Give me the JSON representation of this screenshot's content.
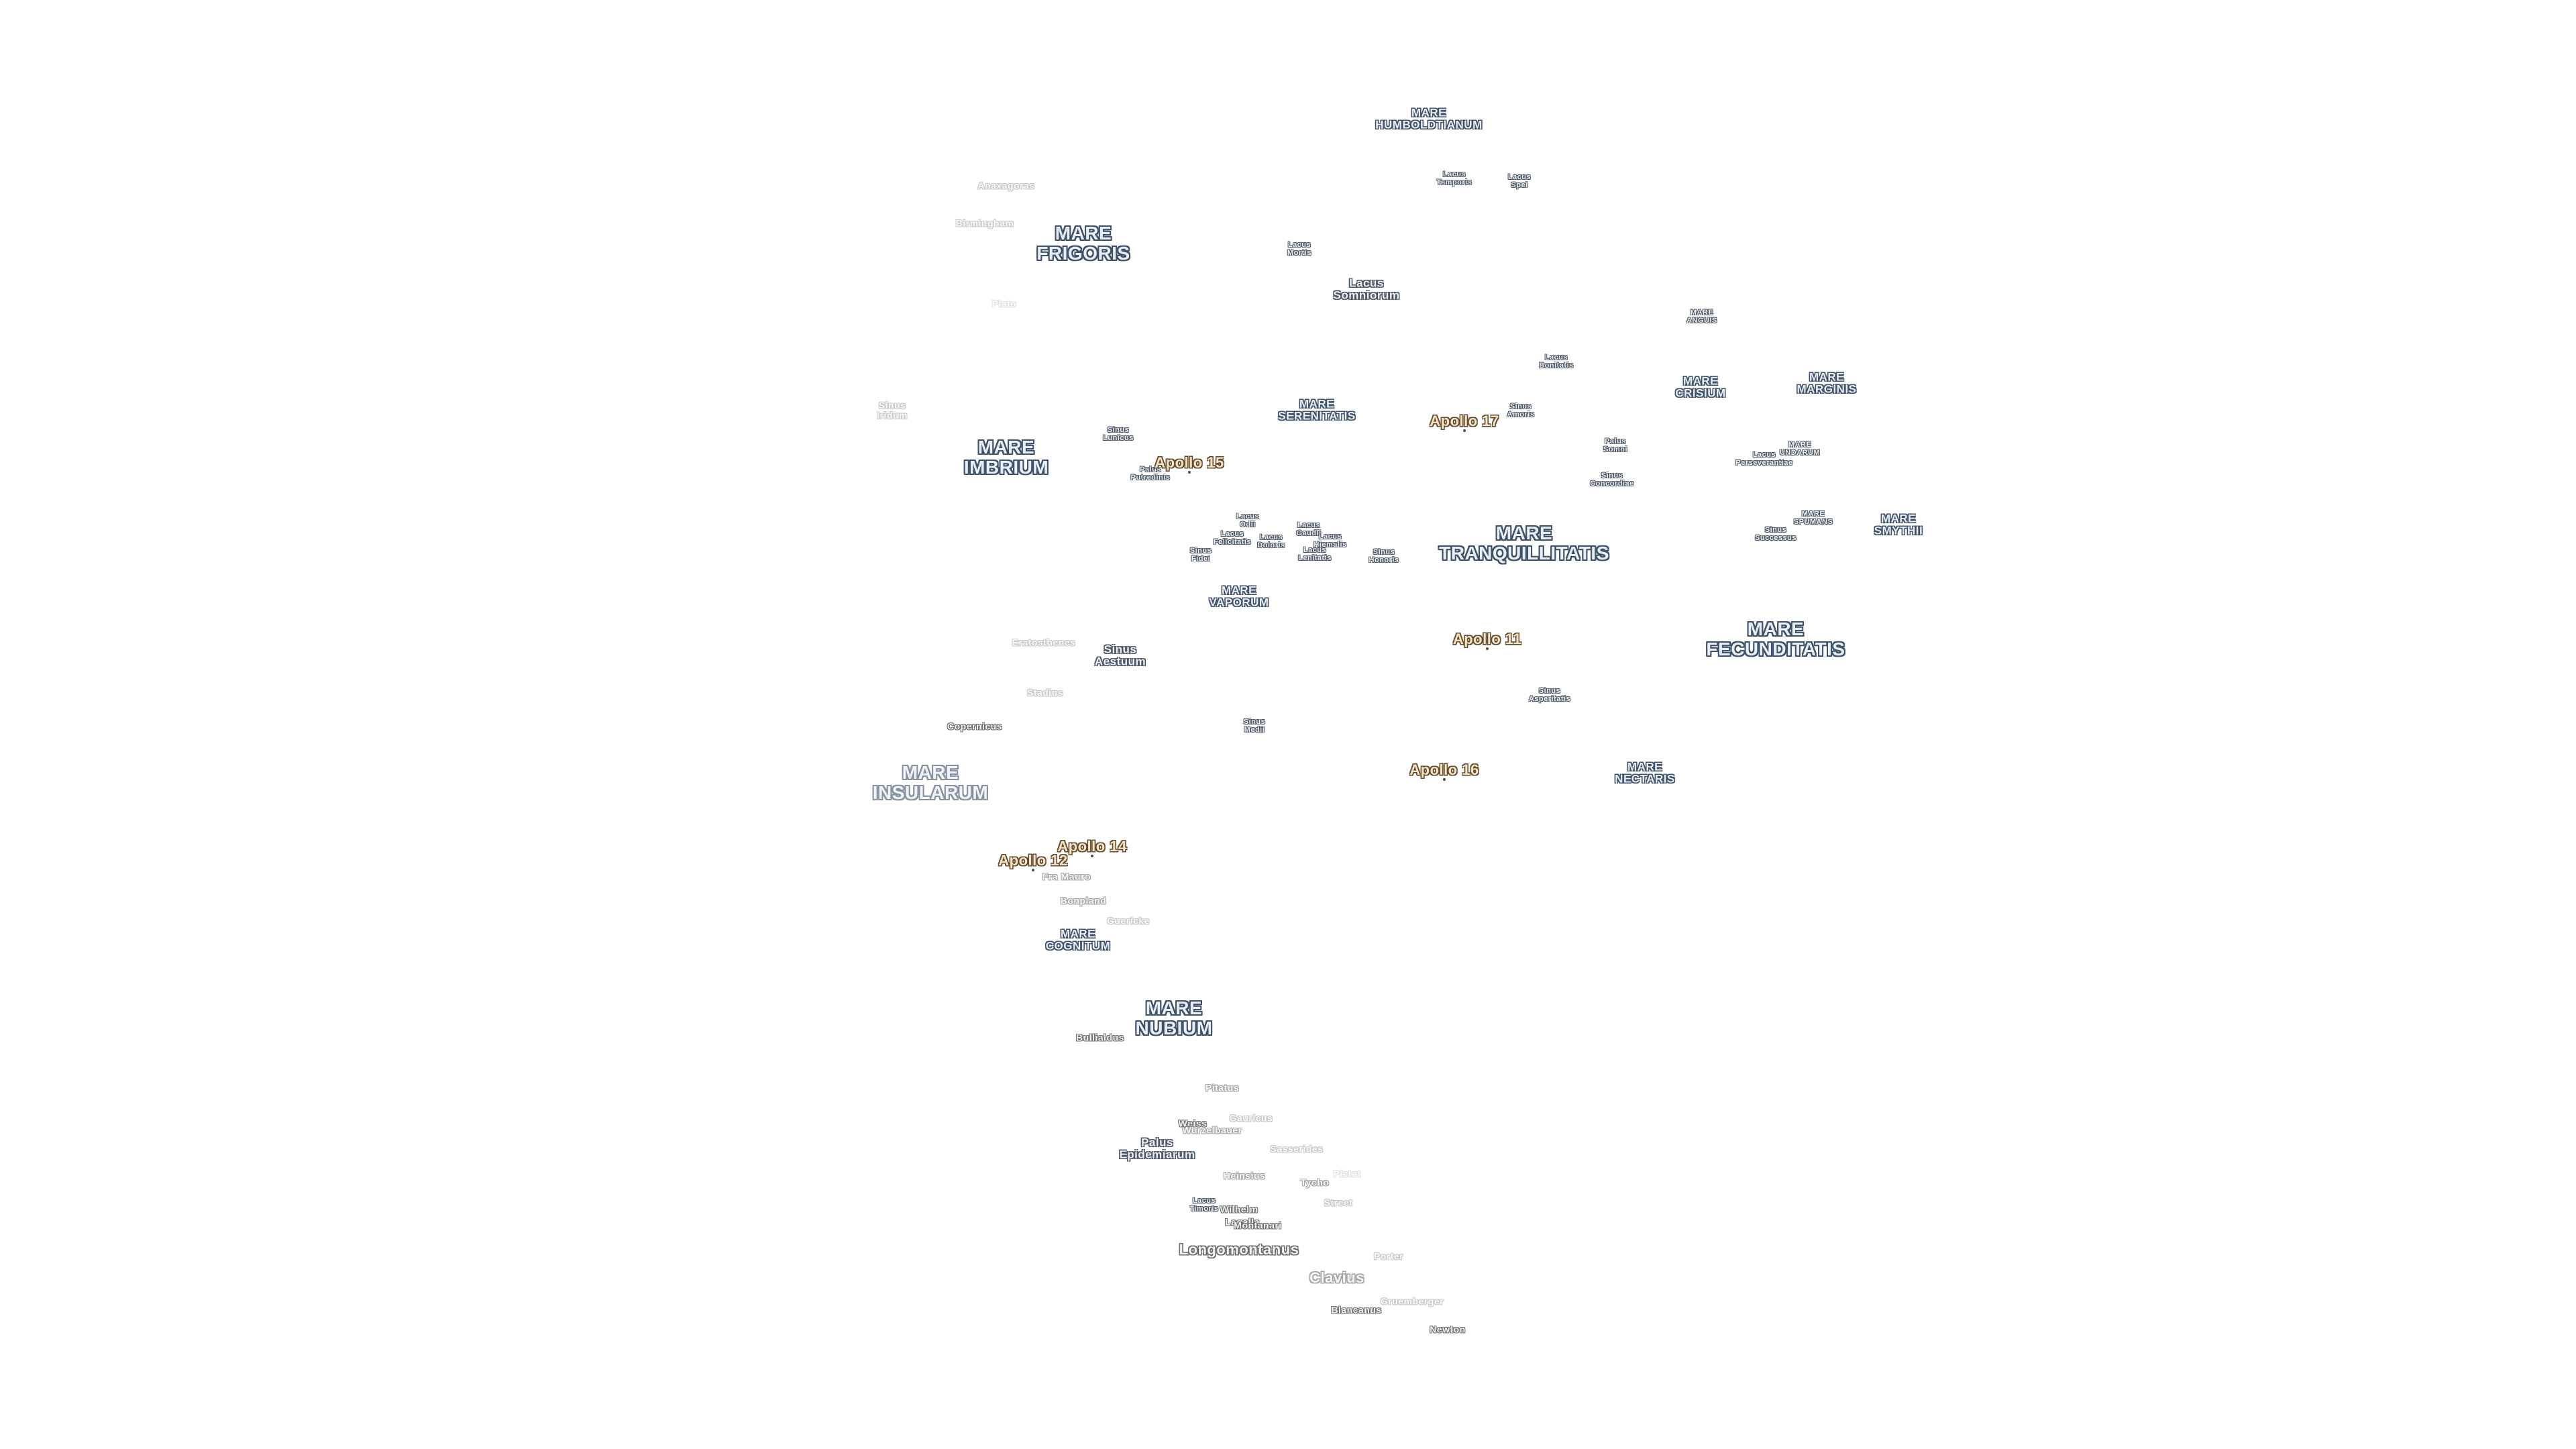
{
  "map": {
    "labels": [
      {
        "id": "mare-humboldtianum",
        "text": "MARE\nHUMBOLDTIANUM",
        "kind": "mare-sm",
        "fade": 1
      },
      {
        "id": "lacus-temporis",
        "text": "Lacus\nTemporis",
        "kind": "feat-xs",
        "fade": 1
      },
      {
        "id": "lacus-spei",
        "text": "Lacus\nSpei",
        "kind": "feat-xs",
        "fade": 1
      },
      {
        "id": "anaxagoras",
        "text": "Anaxagoras",
        "kind": "crater",
        "fade": 3
      },
      {
        "id": "birmingham",
        "text": "Birmingham",
        "kind": "crater",
        "fade": 3
      },
      {
        "id": "mare-frigoris",
        "text": "MARE\nFRIGORIS",
        "kind": "mare",
        "fade": 1
      },
      {
        "id": "plato",
        "text": "Plato",
        "kind": "crater",
        "fade": 4
      },
      {
        "id": "lacus-mortis",
        "text": "Lacus\nMortis",
        "kind": "feat-xs",
        "fade": 1
      },
      {
        "id": "lacus-somniorum",
        "text": "Lacus\nSomniorum",
        "kind": "feat",
        "fade": 1
      },
      {
        "id": "mare-anguis",
        "text": "MARE\nANGUIS",
        "kind": "feat-xs",
        "fade": 1
      },
      {
        "id": "lacus-bonitatis",
        "text": "Lacus\nBonitatis",
        "kind": "feat-xs",
        "fade": 1
      },
      {
        "id": "mare-crisium",
        "text": "MARE\nCRISIUM",
        "kind": "mare-sm",
        "fade": 1
      },
      {
        "id": "mare-marginis",
        "text": "MARE\nMARGINIS",
        "kind": "mare-sm",
        "fade": 1
      },
      {
        "id": "sinus-iridum",
        "text": "Sinus\nIridum",
        "kind": "crater",
        "fade": 3
      },
      {
        "id": "mare-serenitatis",
        "text": "MARE\nSERENITATIS",
        "kind": "mare-sm",
        "fade": 1
      },
      {
        "id": "sinus-amoris",
        "text": "Sinus\nAmoris",
        "kind": "feat-xs",
        "fade": 1
      },
      {
        "id": "mare-imbrium",
        "text": "MARE\nIMBRIUM",
        "kind": "mare",
        "fade": 1
      },
      {
        "id": "sinus-lunicus",
        "text": "Sinus\nLunicus",
        "kind": "feat-xs",
        "fade": 1
      },
      {
        "id": "palus-putredinis",
        "text": "Palus\nPutredinis",
        "kind": "feat-xs",
        "fade": 1
      },
      {
        "id": "palus-somni",
        "text": "Palus\nSomni",
        "kind": "feat-xs",
        "fade": 1
      },
      {
        "id": "mare-undarum",
        "text": "MARE\nUNDARUM",
        "kind": "feat-xs",
        "fade": 1
      },
      {
        "id": "lacus-perseverantiae",
        "text": "Lacus\nPerseverantiae",
        "kind": "feat-xs",
        "fade": 1
      },
      {
        "id": "sinus-concordiae",
        "text": "Sinus\nConcordiae",
        "kind": "feat-xs",
        "fade": 1
      },
      {
        "id": "mare-spumans",
        "text": "MARE\nSPUMANS",
        "kind": "feat-xs",
        "fade": 1
      },
      {
        "id": "sinus-successus",
        "text": "Sinus\nSuccessus",
        "kind": "feat-xs",
        "fade": 1
      },
      {
        "id": "mare-smythii",
        "text": "MARE\nSMYTHII",
        "kind": "mare-sm",
        "fade": 1
      },
      {
        "id": "lacus-odii",
        "text": "Lacus\nOdii",
        "kind": "feat-xs",
        "fade": 1
      },
      {
        "id": "lacus-felicitatis",
        "text": "Lacus\nFelicitatis",
        "kind": "feat-xs",
        "fade": 1
      },
      {
        "id": "lacus-doloris",
        "text": "Lacus\nDoloris",
        "kind": "feat-xs",
        "fade": 1
      },
      {
        "id": "sinus-fidei",
        "text": "Sinus\nFidei",
        "kind": "feat-xs",
        "fade": 1
      },
      {
        "id": "lacus-gaudii",
        "text": "Lacus\nGaudii",
        "kind": "feat-xs",
        "fade": 1
      },
      {
        "id": "lacus-hiemalis",
        "text": "Lacus\nHiemalis",
        "kind": "feat-xs",
        "fade": 1
      },
      {
        "id": "lacus-lenitatis",
        "text": "Lacus\nLenitatis",
        "kind": "feat-xs",
        "fade": 1
      },
      {
        "id": "sinus-honoris",
        "text": "Sinus\nHonoris",
        "kind": "feat-xs",
        "fade": 1
      },
      {
        "id": "mare-tranquillitatis",
        "text": "MARE\nTRANQUILLITATIS",
        "kind": "mare",
        "fade": 1
      },
      {
        "id": "mare-vaporum",
        "text": "MARE\nVAPORUM",
        "kind": "mare-sm",
        "fade": 1
      },
      {
        "id": "eratosthenes",
        "text": "Eratosthenes",
        "kind": "crater",
        "fade": 3
      },
      {
        "id": "sinus-aestuum",
        "text": "Sinus\nAestuum",
        "kind": "feat",
        "fade": 1
      },
      {
        "id": "mare-fecunditatis",
        "text": "MARE\nFECUNDITATIS",
        "kind": "mare",
        "fade": 1
      },
      {
        "id": "stadius",
        "text": "Stadius",
        "kind": "crater",
        "fade": 3
      },
      {
        "id": "sinus-asperitatis",
        "text": "Sinus\nAsperitatis",
        "kind": "feat-xs",
        "fade": 1
      },
      {
        "id": "copernicus",
        "text": "Copernicus",
        "kind": "crater",
        "fade": 1
      },
      {
        "id": "sinus-medii",
        "text": "Sinus\nMedii",
        "kind": "feat-xs",
        "fade": 1
      },
      {
        "id": "mare-nectaris",
        "text": "MARE\nNECTARIS",
        "kind": "mare-sm",
        "fade": 1
      },
      {
        "id": "mare-insularum",
        "text": "MARE\nINSULARUM",
        "kind": "mare",
        "fade": 2
      },
      {
        "id": "fra-mauro",
        "text": "Fra Mauro",
        "kind": "crater",
        "fade": 2
      },
      {
        "id": "bonpland",
        "text": "Bonpland",
        "kind": "crater",
        "fade": 2
      },
      {
        "id": "guericke",
        "text": "Guericke",
        "kind": "crater",
        "fade": 3
      },
      {
        "id": "mare-cognitum",
        "text": "MARE\nCOGNITUM",
        "kind": "mare-sm",
        "fade": 1
      },
      {
        "id": "mare-nubium",
        "text": "MARE\nNUBIUM",
        "kind": "mare",
        "fade": 1
      },
      {
        "id": "bullialdus",
        "text": "Bullialdus",
        "kind": "crater",
        "fade": 1
      },
      {
        "id": "pitatus",
        "text": "Pitatus",
        "kind": "crater",
        "fade": 2
      },
      {
        "id": "gauricus",
        "text": "Gauricus",
        "kind": "crater",
        "fade": 3
      },
      {
        "id": "weiss",
        "text": "Weiss",
        "kind": "crater",
        "fade": 1
      },
      {
        "id": "wurzelbauer",
        "text": "Wurzelbauer",
        "kind": "crater",
        "fade": 2
      },
      {
        "id": "palus-epidemiarum",
        "text": "Palus\nEpidemiarum",
        "kind": "feat",
        "fade": 1
      },
      {
        "id": "sasserides",
        "text": "Sasserides",
        "kind": "crater",
        "fade": 3
      },
      {
        "id": "heinsius",
        "text": "Heinsius",
        "kind": "crater",
        "fade": 2
      },
      {
        "id": "tycho",
        "text": "Tycho",
        "kind": "crater",
        "fade": 2
      },
      {
        "id": "pictet",
        "text": "Pictet",
        "kind": "crater",
        "fade": 4
      },
      {
        "id": "lacus-timoris",
        "text": "Lacus\nTimoris",
        "kind": "feat-xs",
        "fade": 1
      },
      {
        "id": "wilhelm",
        "text": "Wilhelm",
        "kind": "crater",
        "fade": 1
      },
      {
        "id": "street",
        "text": "Street",
        "kind": "crater",
        "fade": 3
      },
      {
        "id": "lagalla",
        "text": "Lagalla",
        "kind": "crater",
        "fade": 1
      },
      {
        "id": "montanari",
        "text": "Montanari",
        "kind": "crater",
        "fade": 1
      },
      {
        "id": "longomontanus",
        "text": "Longomontanus",
        "kind": "crater-lg",
        "fade": 1
      },
      {
        "id": "porter",
        "text": "Porter",
        "kind": "crater",
        "fade": 3
      },
      {
        "id": "clavius",
        "text": "Clavius",
        "kind": "crater-lg",
        "fade": 2
      },
      {
        "id": "gruemberger",
        "text": "Gruemberger",
        "kind": "crater",
        "fade": 3
      },
      {
        "id": "blancanus",
        "text": "Blancanus",
        "kind": "crater",
        "fade": 1
      },
      {
        "id": "newton",
        "text": "Newton",
        "kind": "crater",
        "fade": 1
      }
    ],
    "sites": [
      {
        "id": "apollo-17",
        "text": "Apollo 17"
      },
      {
        "id": "apollo-15",
        "text": "Apollo 15"
      },
      {
        "id": "apollo-11",
        "text": "Apollo 11"
      },
      {
        "id": "apollo-16",
        "text": "Apollo 16"
      },
      {
        "id": "apollo-14",
        "text": "Apollo 14"
      },
      {
        "id": "apollo-12",
        "text": "Apollo 12"
      }
    ]
  }
}
